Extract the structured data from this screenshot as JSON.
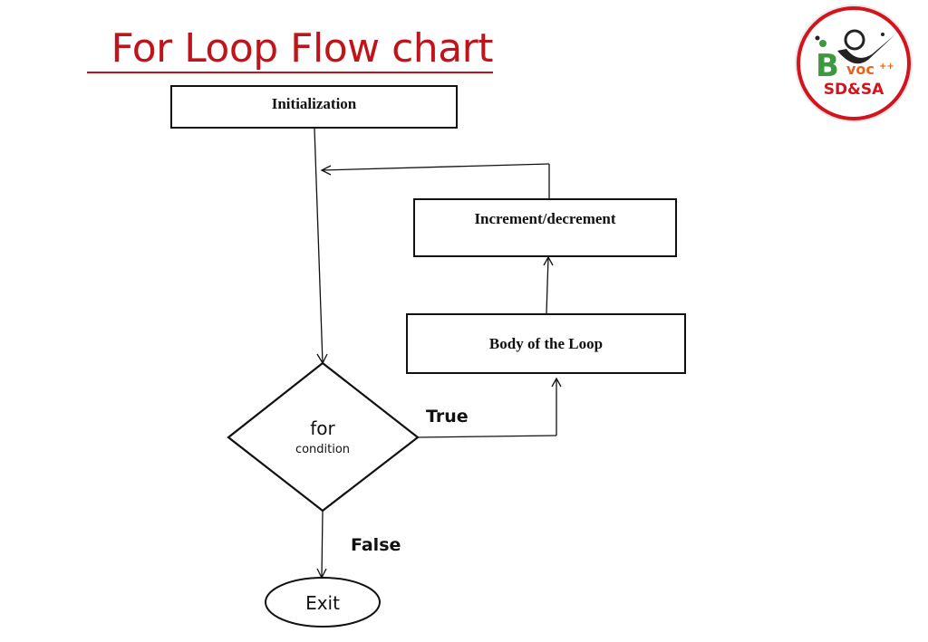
{
  "slide": {
    "title": "For Loop Flow chart"
  },
  "flowchart": {
    "init_box": "Initialization",
    "increment_box": "Increment/decrement",
    "body_box": "Body of the Loop",
    "condition_line1": "for",
    "condition_line2": "condition",
    "true_label": "True",
    "false_label": "False",
    "exit_label": "Exit"
  },
  "logo": {
    "text": "SD&SA",
    "letters": "B voc",
    "plus": "++",
    "colors": {
      "ring": "#d4141c",
      "green": "#3c9a3c",
      "orange": "#e8641c",
      "red": "#d4141c",
      "dark": "#222222"
    }
  },
  "colors": {
    "title": "#c0141b",
    "line": "#111111"
  }
}
